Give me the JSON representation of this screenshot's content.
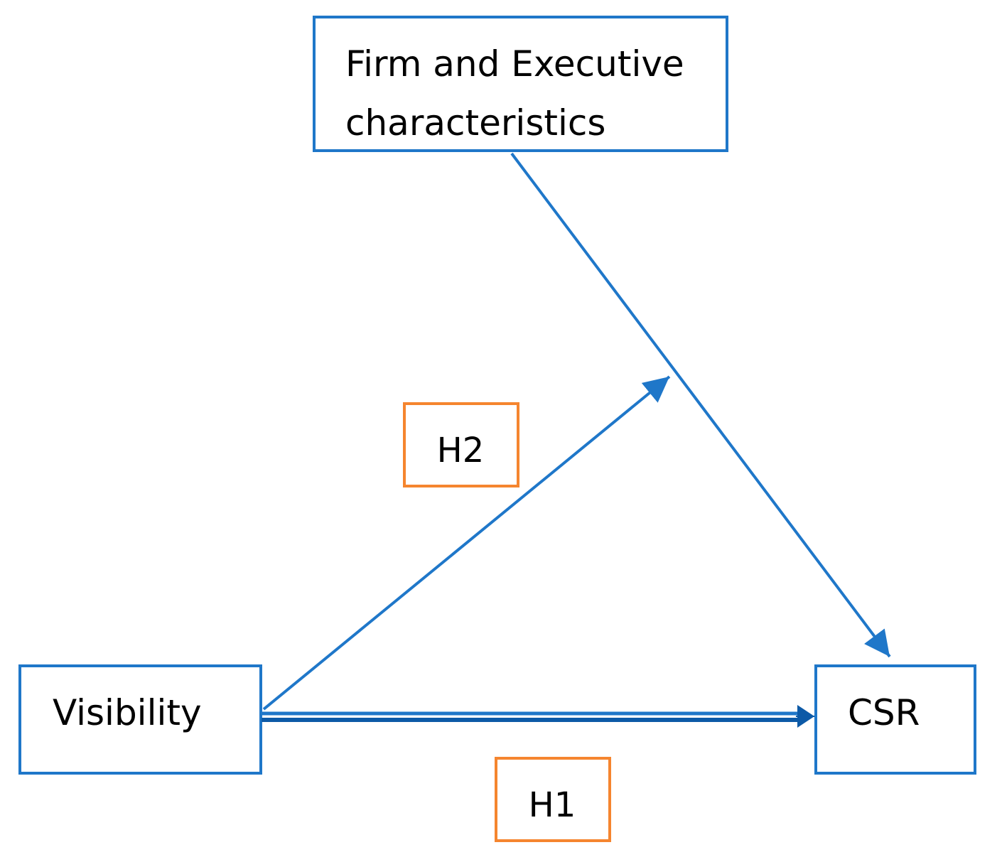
{
  "nodes": {
    "firm": {
      "line1": "Firm and Executive",
      "line2": "characteristics"
    },
    "visibility": {
      "label": "Visibility"
    },
    "csr": {
      "label": "CSR"
    }
  },
  "hypotheses": {
    "h1": "H1",
    "h2": "H2"
  },
  "colors": {
    "node_border": "#1f77c9",
    "arrow": "#1f77c9",
    "main_arrow": "#0d5aa7",
    "hypothesis_border": "#f5852f"
  }
}
